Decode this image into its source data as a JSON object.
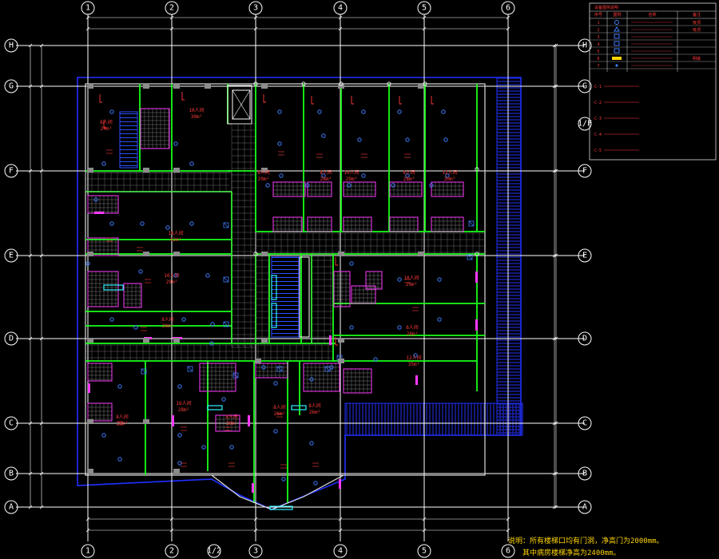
{
  "legend": {
    "title": "设备图例说明",
    "header": [
      "序号",
      "图例",
      "名称",
      "备注"
    ],
    "rows": [
      {
        "no": "1",
        "icon": "circle-detector-icon",
        "name": "",
        "note": "吸顶"
      },
      {
        "no": "2",
        "icon": "triangle-detector-icon",
        "name": "",
        "note": "吸顶"
      },
      {
        "no": "3",
        "icon": "square-box-icon",
        "name": "",
        "note": ""
      },
      {
        "no": "4",
        "icon": "square-box-icon",
        "name": "",
        "note": ""
      },
      {
        "no": "5",
        "icon": "square-box-icon",
        "name": "",
        "note": ""
      },
      {
        "no": "6",
        "icon": "yellow-bar-icon",
        "name": "",
        "note": "明装"
      },
      {
        "no": "7",
        "icon": "marker-icon",
        "name": "",
        "note": ""
      }
    ],
    "notes": [
      "C-1",
      "C-2",
      "C-3",
      "C-4",
      "C-5"
    ]
  },
  "axes": {
    "columns": [
      "1",
      "2",
      "3",
      "4",
      "5",
      "6"
    ],
    "rows": [
      "H",
      "G",
      "F",
      "E",
      "D",
      "C",
      "B",
      "A"
    ],
    "extra_column": "1/2",
    "extra_row": "1/F"
  },
  "rooms": [
    {
      "id": "r1",
      "name": "6人间",
      "area": "24m²"
    },
    {
      "id": "r2",
      "name": "10人间",
      "area": "30m²"
    },
    {
      "id": "r3",
      "name": "8人间",
      "area": "29m²"
    },
    {
      "id": "r4",
      "name": "8人间",
      "area": "28m²"
    },
    {
      "id": "r5",
      "name": "10人间",
      "area": "29m²"
    },
    {
      "id": "r6",
      "name": "8人间",
      "area": "28m²"
    },
    {
      "id": "r7",
      "name": "12人间",
      "area": "30m²"
    },
    {
      "id": "r8",
      "name": "16人间",
      "area": "42m²"
    },
    {
      "id": "r9",
      "name": "10人间",
      "area": "29m²"
    },
    {
      "id": "r10",
      "name": "10人间",
      "area": "29m²"
    },
    {
      "id": "r11",
      "name": "8人间",
      "area": "28m²"
    },
    {
      "id": "r12",
      "name": "8人间",
      "area": "28m²"
    },
    {
      "id": "r13",
      "name": "12人间",
      "area": "35m²"
    },
    {
      "id": "r14",
      "name": "8人间",
      "area": "28m²"
    },
    {
      "id": "r15",
      "name": "16人间",
      "area": "28m²"
    },
    {
      "id": "r16",
      "name": "8人间",
      "area": "28m²"
    },
    {
      "id": "r17",
      "name": "8人间",
      "area": "26m²"
    },
    {
      "id": "r18",
      "name": "8人间",
      "area": "26m²"
    }
  ],
  "note": {
    "line1": "说明：所有楼梯口均有门洞，净高门为2000mm。",
    "line2": "其中病房楼梯净高为2400mm。"
  },
  "colors": {
    "background": "#000000",
    "wall": "#19ff19",
    "device": "#2c6cff",
    "label": "#ff2a2a",
    "axis": "#ffffff",
    "hatch": "#1a22b0",
    "magenta": "#ff39ff",
    "cyan": "#2ff3ff",
    "yellow": "#ffd400"
  }
}
